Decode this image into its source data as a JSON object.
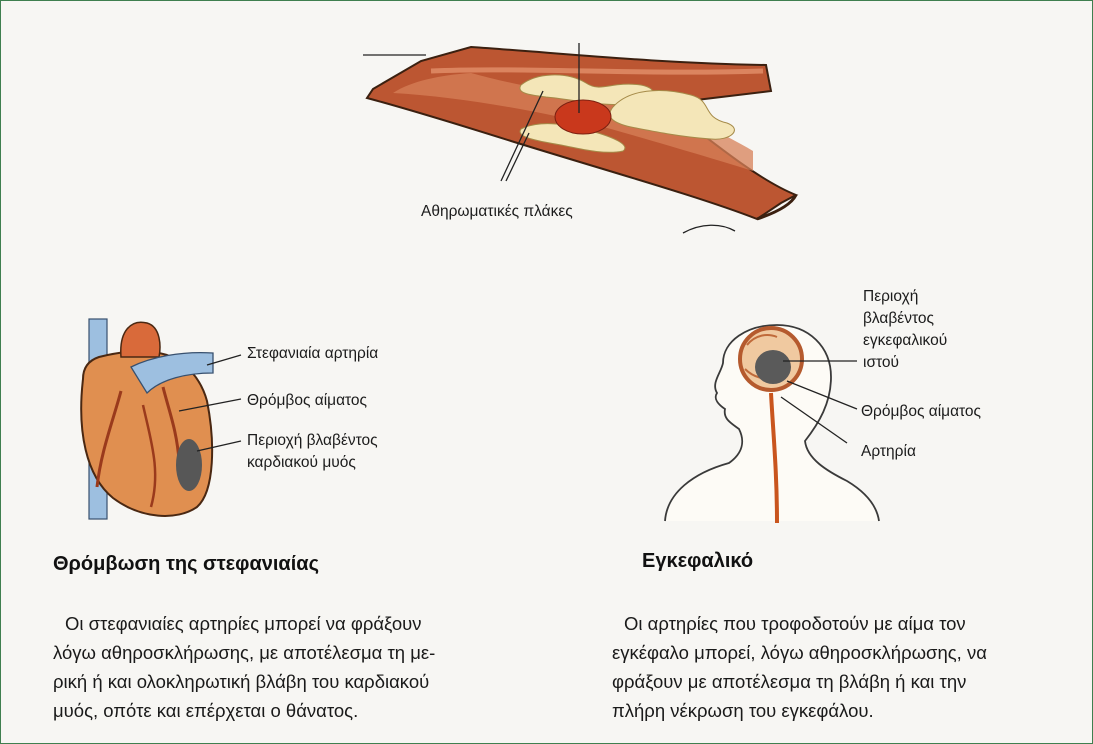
{
  "artery": {
    "plaques_label": "Αθηρωματικές πλάκες"
  },
  "heart": {
    "label_artery": "Στεφανιαία αρτηρία",
    "label_clot": "Θρόμβος αίματος",
    "label_damage_line1": "Περιοχή βλαβέντος",
    "label_damage_line2": "καρδιακού μυός",
    "heading": "Θρόμβωση της στεφανιαίας",
    "text_lines": [
      "Οι στεφανιαίες αρτηρίες μπορεί να φράξουν",
      "λόγω αθηροσκλήρωσης, με αποτέλεσμα τη με-",
      "ρική ή και ολοκληρωτική βλάβη του καρδιακού",
      "μυός, οπότε και επέρχεται ο θάνατος."
    ]
  },
  "brain": {
    "label_damage_lines": [
      "Περιοχή",
      "βλαβέντος",
      "εγκεφαλικού",
      "ιστού"
    ],
    "label_clot": "Θρόμβος αίματος",
    "label_artery": "Αρτηρία",
    "heading": "Εγκεφαλικό",
    "text_lines": [
      "Οι αρτηρίες που τροφοδοτούν με αίμα τον",
      "εγκέφαλο μπορεί, λόγω αθηροσκλήρωσης, να",
      "φράξουν με αποτέλεσμα τη βλάβη ή και την",
      "πλήρη νέκρωση του εγκεφάλου."
    ]
  }
}
